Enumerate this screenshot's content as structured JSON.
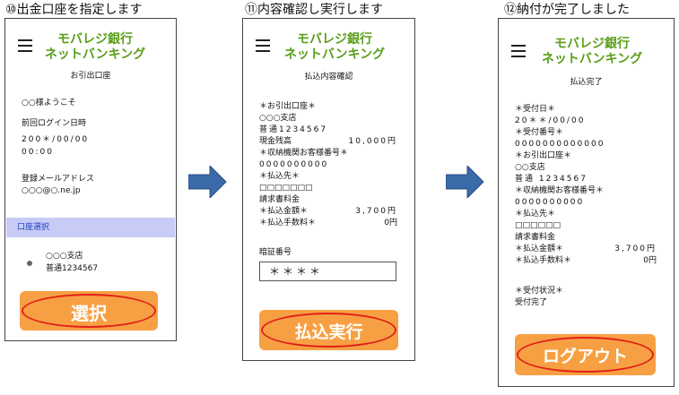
{
  "steps": [
    {
      "title": "⑩出金口座を指定します"
    },
    {
      "title": "⑪内容確認し実行します"
    },
    {
      "title": "⑫納付が完了しました"
    }
  ],
  "brand": {
    "line1": "モバレジ銀行",
    "line2": "ネットバンキング"
  },
  "screen1": {
    "subtitle": "お引出口座",
    "welcome": "○○様ようこそ",
    "last_login_label": "前回ログイン日時",
    "last_login_date": "200＊/00/00",
    "last_login_time": "00:00",
    "email_label": "登録メールアドレス",
    "email_value": "○○○@○.ne.jp",
    "section_label": "口座選択",
    "account_branch": "○○○支店",
    "account_number": "普通1234567",
    "button_label": "選択"
  },
  "screen2": {
    "subtitle": "払込内容確認",
    "withdraw_label": "＊お引出口座＊",
    "branch": "○○○支店",
    "account": "普通1234567",
    "balance_label": "現金残高",
    "balance_value": "10,000円",
    "customer_no_label": "＊収納機関お客様番号＊",
    "customer_no": "0000000000",
    "payee_label": "＊払込先＊",
    "payee_value": "□□□□□□□",
    "invoice_label": "請求書料金",
    "amount_label": "＊払込金額＊",
    "amount_value": "3,700円",
    "fee_label": "＊払込手数料＊",
    "fee_value": "0円",
    "pin_label": "暗証番号",
    "pin_value": "＊＊＊＊",
    "button_label": "払込実行"
  },
  "screen3": {
    "subtitle": "払込完了",
    "date_label": "＊受付日＊",
    "date_value": "20＊＊/00/00",
    "receipt_label": "＊受付番号＊",
    "receipt_value": "0000000000000",
    "withdraw_label": "＊お引出口座＊",
    "branch": "○○支店",
    "account": "普通 1234567",
    "customer_no_label": "＊収納機関お客様番号＊",
    "customer_no": "0000000000",
    "payee_label": "＊払込先＊",
    "payee_value": "□□□□□□",
    "invoice_label": "請求書料金",
    "amount_label": "＊払込金額＊",
    "amount_value": "3,700円",
    "fee_label": "＊払込手数料＊",
    "fee_value": "0円",
    "status_label": "＊受付状況＊",
    "status_value": "受付完了",
    "button_label": "ログアウト"
  },
  "colors": {
    "brand_green": "#5a9e1a",
    "button_orange": "#f7a043",
    "highlight_red": "#e0201a",
    "section_bar": "#c8cbf5",
    "arrow_blue": "#3b6aa8"
  },
  "icons": [
    "menu-icon",
    "arrow-right-icon",
    "radio-selected-icon"
  ]
}
